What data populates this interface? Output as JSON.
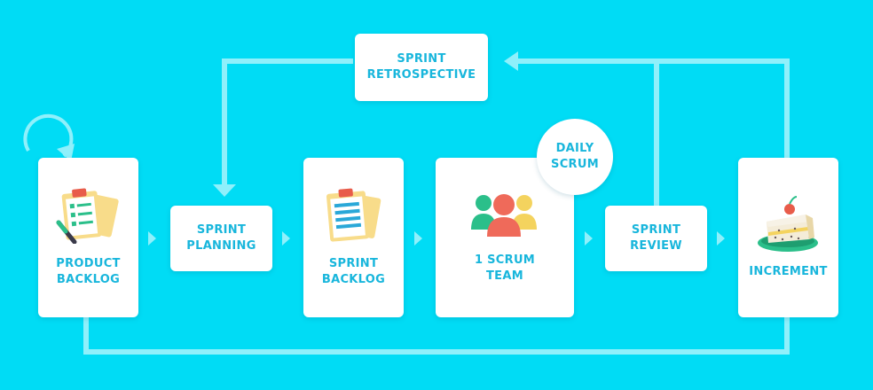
{
  "colors": {
    "background": "#00dcf5",
    "connector": "#8ff0fb",
    "label_text": "#18b6dc"
  },
  "nodes": {
    "sprint_retrospective": {
      "label": "SPRINT\nRETROSPECTIVE"
    },
    "product_backlog": {
      "label": "PRODUCT\nBACKLOG",
      "icon": "clipboard-checklist-icon"
    },
    "sprint_planning": {
      "label": "SPRINT\nPLANNING"
    },
    "sprint_backlog": {
      "label": "SPRINT\nBACKLOG",
      "icon": "clipboard-document-icon"
    },
    "scrum_team": {
      "label": "1 SCRUM\nTEAM",
      "icon": "team-people-icon"
    },
    "daily_scrum": {
      "label": "DAILY\nSCRUM"
    },
    "sprint_review": {
      "label": "SPRINT\nREVIEW"
    },
    "increment": {
      "label": "INCREMENT",
      "icon": "cake-slice-icon"
    }
  }
}
